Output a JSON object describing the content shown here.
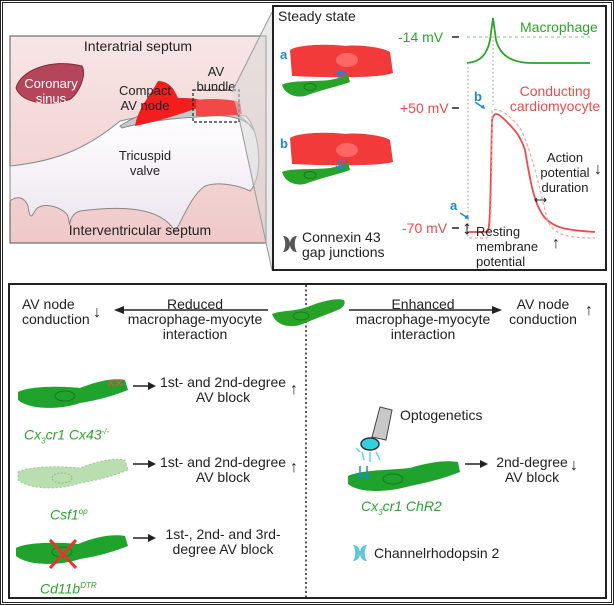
{
  "anatomy_panel": {
    "interatrial_septum": "Interatrial septum",
    "coronary_sinus": [
      "Coronary",
      "sinus"
    ],
    "compact_av_node": [
      "Compact",
      "AV node"
    ],
    "av_bundle": [
      "AV",
      "bundle"
    ],
    "tricuspid_valve": [
      "Tricuspid",
      "valve"
    ],
    "interventricular_septum": "Interventricular septum"
  },
  "steady_state_panel": {
    "title": "Steady state",
    "cell_labels": [
      "a",
      "b"
    ],
    "macrophage_label": "Macrophage",
    "cardiomyocyte_label": [
      "Conducting",
      "cardiomyocyte"
    ],
    "voltage_labels": {
      "macrophage_peak": "-14 mV",
      "cardio_peak": "+50 mV",
      "resting": "-70 mV"
    },
    "annotation_a": "a",
    "annotation_b": "b",
    "apd_label": [
      "Action",
      "potential",
      "duration"
    ],
    "apd_arrow": "↓",
    "rmp_label": [
      "Resting",
      "membrane",
      "potential"
    ],
    "rmp_arrow": "↑",
    "legend_connexin": [
      "Connexin 43",
      "gap junctions"
    ],
    "colors": {
      "macrophage": "#2aa52a",
      "cardiomyocyte": "#ef4a4a",
      "marker": "#1e88d6"
    }
  },
  "bottom_panel": {
    "left": {
      "outcome": [
        "AV node",
        "conduction"
      ],
      "outcome_arrow": "↓",
      "interaction": [
        "Reduced",
        "macrophage-myocyte",
        "interaction"
      ],
      "models": [
        {
          "name": "Cx3cr1 Cx43-/-",
          "name_parts": [
            "Cx",
            "3",
            "cr1 Cx43",
            "-/-"
          ],
          "effect": [
            "1st- and 2nd-degree",
            "AV block"
          ],
          "arrow": "↑"
        },
        {
          "name": "Csf1op",
          "name_parts": [
            "Csf1",
            "op"
          ],
          "effect": [
            "1st- and 2nd-degree",
            "AV block"
          ],
          "arrow": "↑"
        },
        {
          "name": "Cd11bDTR",
          "name_parts": [
            "Cd11b",
            "DTR"
          ],
          "effect": [
            "1st-, 2nd- and 3rd-",
            "degree AV block"
          ],
          "arrow": ""
        }
      ]
    },
    "right": {
      "outcome": [
        "AV node",
        "conduction"
      ],
      "outcome_arrow": "↑",
      "interaction": [
        "Enhanced",
        "macrophage-myocyte",
        "interaction"
      ],
      "optogenetics_label": "Optogenetics",
      "model": {
        "name": "Cx3cr1 ChR2",
        "name_parts": [
          "Cx",
          "3",
          "cr1 ChR2"
        ],
        "effect": [
          "2nd-degree",
          "AV block"
        ],
        "arrow": "↓"
      },
      "legend_channelrhodopsin": "Channelrhodopsin 2"
    }
  }
}
